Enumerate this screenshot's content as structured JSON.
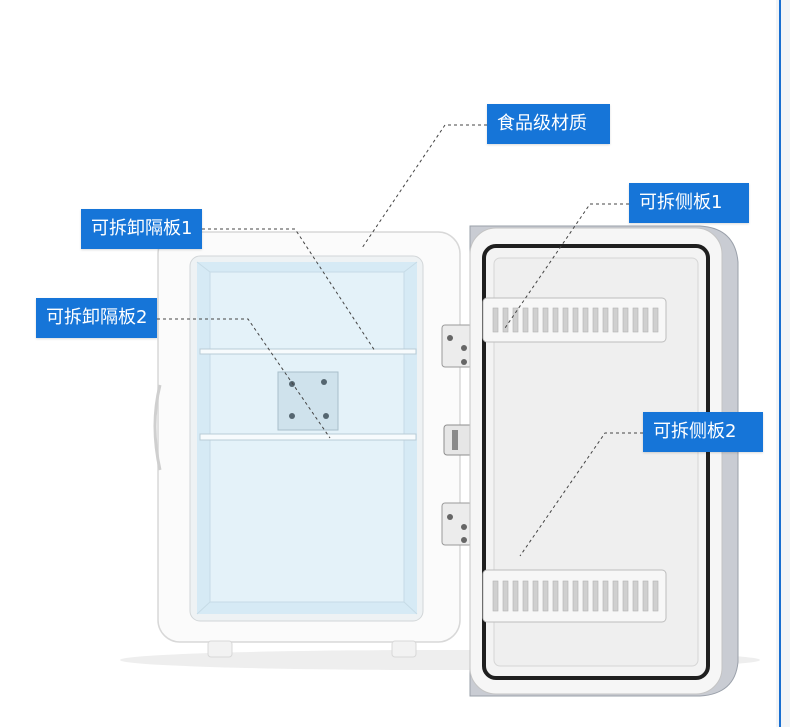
{
  "labels": {
    "food_grade": "食品级材质",
    "shelf_1": "可拆卸隔板1",
    "shelf_2": "可拆卸隔板2",
    "side_panel_1": "可拆侧板1",
    "side_panel_2": "可拆侧板2"
  },
  "colors": {
    "label_background": "#1675d8",
    "label_text": "#ffffff",
    "interior": "#d9ecf6",
    "body": "#ffffff",
    "door_gasket": "#1f1f1f"
  }
}
